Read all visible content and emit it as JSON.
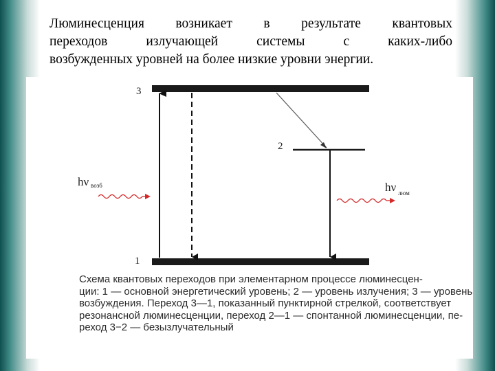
{
  "slide": {
    "intro_lines": [
      "Люминесценция возникает в  результате квантовых",
      "переходов излучающей системы с каких-либо",
      "возбужденных уровней на более низкие уровни энергии."
    ]
  },
  "figure": {
    "level_3_label": "3",
    "level_2_label": "2",
    "level_1_label": "1",
    "absorbed_photon_symbol": "hν",
    "absorbed_photon_subscript": "возб",
    "emitted_photon_symbol": "hν",
    "emitted_photon_subscript": "люм",
    "caption_lines": [
      "Схема квантовых переходов при элементарном процессе люминесцен-",
      "ции: 1 — основной энергетический уровень; 2 — уровень излучения; 3 — уровень",
      "возбуждения. Переход 3—1, показанный пунктирной стрелкой, соответствует",
      "резонансной люминесценции, переход 2—1 — спонтанной люминесценции, пе-",
      "реход 3−2  — безызлучательный"
    ]
  }
}
